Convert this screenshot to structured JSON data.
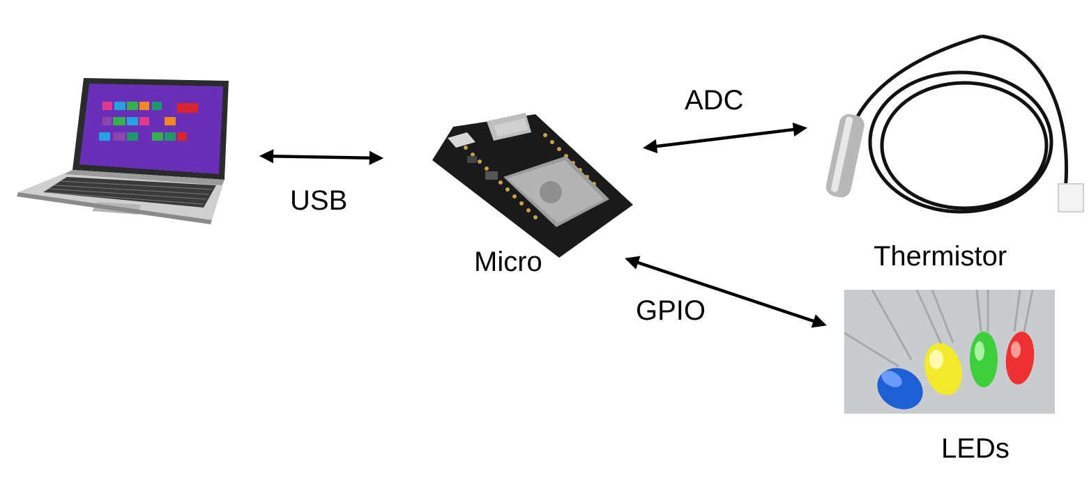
{
  "labels": {
    "usb": "USB",
    "adc": "ADC",
    "gpio": "GPIO",
    "micro": "Micro",
    "thermistor": "Thermistor",
    "leds": "LEDs"
  },
  "nodes": [
    {
      "id": "laptop",
      "icon": "laptop-icon"
    },
    {
      "id": "micro",
      "icon": "microcontroller-board-icon"
    },
    {
      "id": "thermistor",
      "icon": "thermistor-probe-icon"
    },
    {
      "id": "leds",
      "icon": "led-bulbs-icon"
    }
  ],
  "connections": [
    {
      "from": "laptop",
      "to": "micro",
      "label": "USB",
      "bidirectional": true
    },
    {
      "from": "micro",
      "to": "thermistor",
      "label": "ADC",
      "bidirectional": true
    },
    {
      "from": "micro",
      "to": "leds",
      "label": "GPIO",
      "bidirectional": true
    }
  ],
  "colors": {
    "arrow": "#000000",
    "led_blue": "#1e5fd6",
    "led_yellow": "#f2ea2a",
    "led_green": "#3fcf3a",
    "led_red": "#ef3030",
    "board": "#1a1a1a",
    "laptop_screen": "#6a2fb8"
  }
}
